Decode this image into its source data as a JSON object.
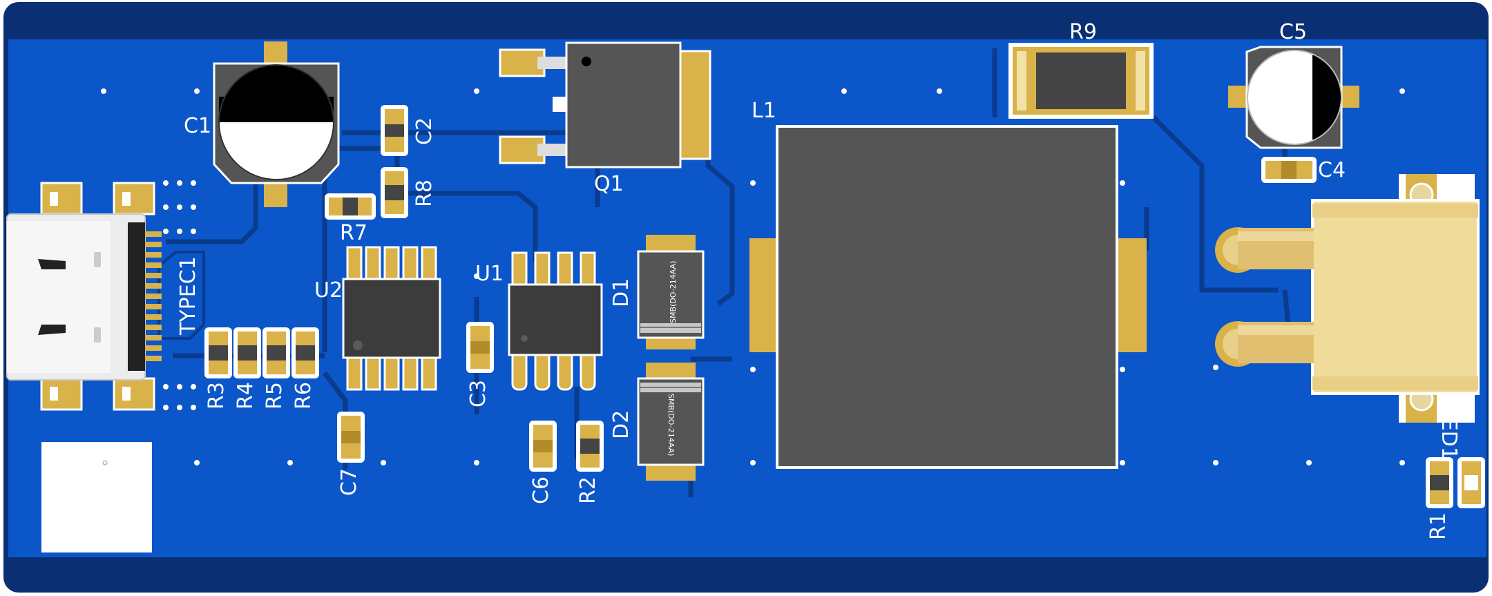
{
  "board": {
    "colors": {
      "substrate": "#0a2f73",
      "copper_pour": "#0b56c9",
      "trace": "#0a3b8c",
      "pad_gold": "#d9b24a",
      "silkscreen": "#ffffff",
      "component_body": "#555555"
    }
  },
  "designators": {
    "c1": "C1",
    "c2": "C2",
    "c3": "C3",
    "c4": "C4",
    "c5": "C5",
    "c6": "C6",
    "c7": "C7",
    "r1": "R1",
    "r2": "R2",
    "r3": "R3",
    "r4": "R4",
    "r5": "R5",
    "r6": "R6",
    "r7": "R7",
    "r8": "R8",
    "r9": "R9",
    "q1": "Q1",
    "u1": "U1",
    "u2": "U2",
    "d1": "D1",
    "d2": "D2",
    "l1": "L1",
    "typec1": "TYPEC1",
    "led1": "LED1"
  },
  "package_marks": {
    "d1": "SMB(DO-214AA)",
    "d2": "SMB(DO-214AA)"
  }
}
